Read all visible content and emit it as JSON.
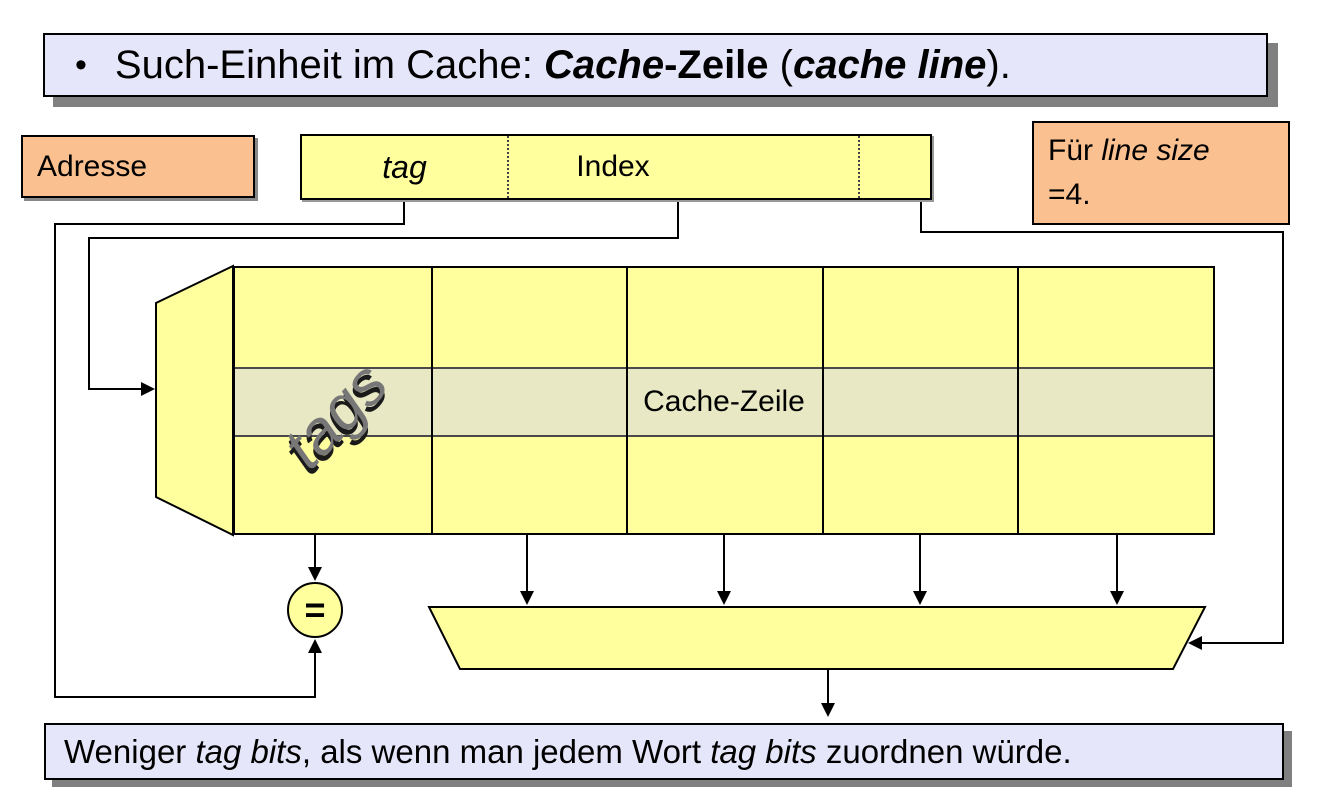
{
  "top_banner": {
    "bullet": "•",
    "segments": [
      {
        "text": "Such-Einheit im Cache: "
      },
      {
        "text": "Cache",
        "style": "bi"
      },
      {
        "text": "-Zeile",
        "style": "b"
      },
      {
        "text": " ("
      },
      {
        "text": "cache line",
        "style": "bi"
      },
      {
        "text": ")."
      }
    ]
  },
  "address_box": {
    "label": "Adresse"
  },
  "address_field": {
    "tag_label": "tag",
    "index_label": "Index"
  },
  "note_box": {
    "line1_segments": [
      {
        "text": "Für "
      },
      {
        "text": "line size",
        "style": "i"
      }
    ],
    "line2": "=4."
  },
  "cache": {
    "tags_label": "tags",
    "row_label": "Cache-Zeile"
  },
  "comparator": {
    "symbol": "="
  },
  "bottom_banner": {
    "segments": [
      {
        "text": "Weniger "
      },
      {
        "text": "tag bits",
        "style": "i"
      },
      {
        "text": ", als wenn man jedem Wort "
      },
      {
        "text": "tag bits",
        "style": "i"
      },
      {
        "text": " zuordnen würde."
      }
    ]
  },
  "colors": {
    "banner_fill": "#E6E6FA",
    "peach_fill": "#FAC08F",
    "yellow_fill": "#FFFF9E",
    "highlight_fill": "#E8E8C4",
    "shadow_gray": "#808080",
    "line_black": "#000000"
  }
}
